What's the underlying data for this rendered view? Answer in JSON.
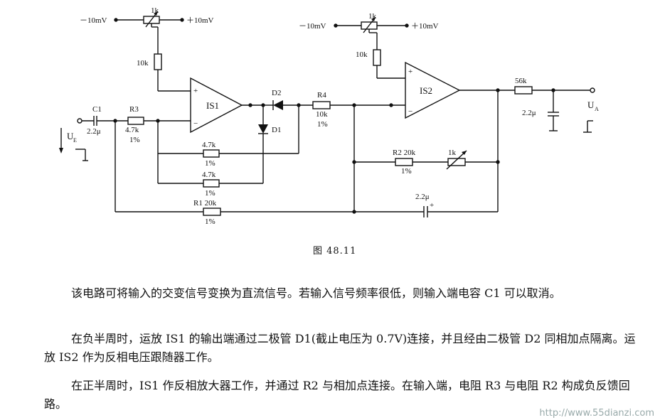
{
  "labels": {
    "minus10mv": "－10mV",
    "plus10mv": "＋10mV",
    "pot1k": "1k",
    "r10k": "10k",
    "c1": "C1",
    "c1val": "2.2μ",
    "ue_main": "U",
    "ue_sub": "E",
    "r3": "R3",
    "r3val": "4.7k",
    "pct": "1%",
    "is1": "IS1",
    "is2": "IS2",
    "d1": "D1",
    "d2": "D2",
    "r4": "R4",
    "r4val": "10k",
    "r47k": "4.7k",
    "r1": "R1 20k",
    "r2": "R2 20k",
    "cap22": "2.2μ",
    "r56k": "56k",
    "ua_main": "U",
    "ua_sub": "A",
    "plus": "+",
    "minus": "−"
  },
  "caption": "图 48.11",
  "paragraphs": [
    "该电路可将输入的交变信号变换为直流信号。若输入信号频率很低，则输入端电容 C1 可以取消。",
    "在负半周时，运放 IS1 的输出端通过二极管 D1(截止电压为 0.7V)连接，并且经由二极管 D2 同相加点隔离。运放 IS2 作为反相电压跟随器工作。",
    "在正半周时，IS1 作反相放大器工作，并通过 R2 与相加点连接。在输入端，电阻 R3 与电阻 R2 构成负反馈回路。"
  ],
  "watermark": "http://www.55dianzi.com"
}
